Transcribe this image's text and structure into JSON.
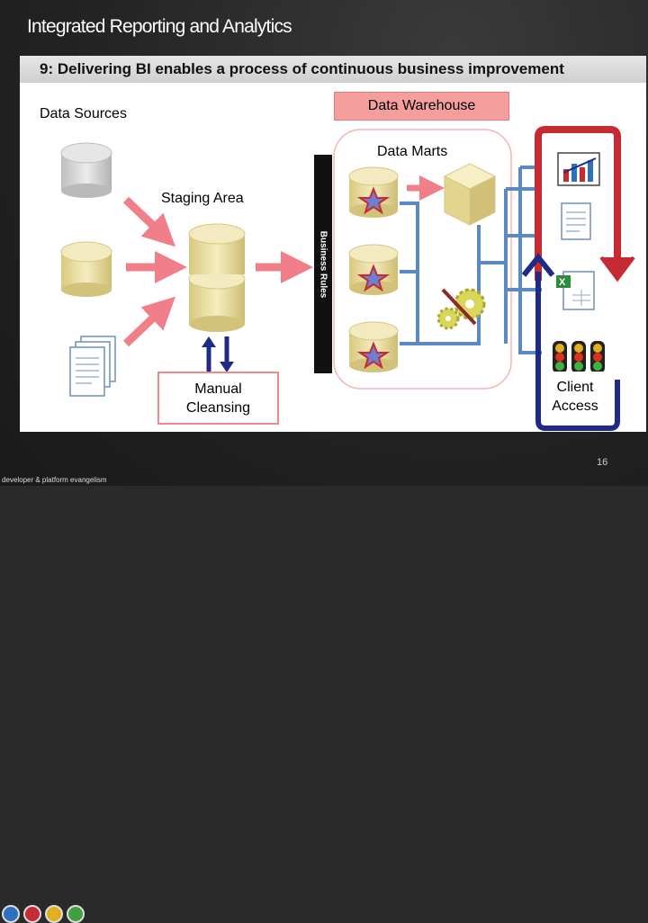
{
  "slide": {
    "title": "Integrated Reporting and Analytics",
    "subtitle": "9: Delivering BI enables a process of continuous business improvement"
  },
  "diagram": {
    "data_sources_label": "Data Sources",
    "data_warehouse_label": "Data Warehouse",
    "data_marts_label": "Data Marts",
    "staging_area_label": "Staging Area",
    "business_rules_label": "Business Rules",
    "manual_cleansing_line1": "Manual",
    "manual_cleansing_line2": "Cleansing",
    "client_access_line1": "Client",
    "client_access_line2": "Access"
  },
  "footer": {
    "caption": "developer & platform evangelism",
    "page_number": "16"
  },
  "colors": {
    "arrow_pink": "#f07f8a",
    "line_blue": "#5b89c4",
    "loop_red": "#c62a32",
    "loop_navy": "#1f2a86",
    "cylinder_yellow": "#efe3a6",
    "cylinder_gray": "#d7d7d7"
  }
}
